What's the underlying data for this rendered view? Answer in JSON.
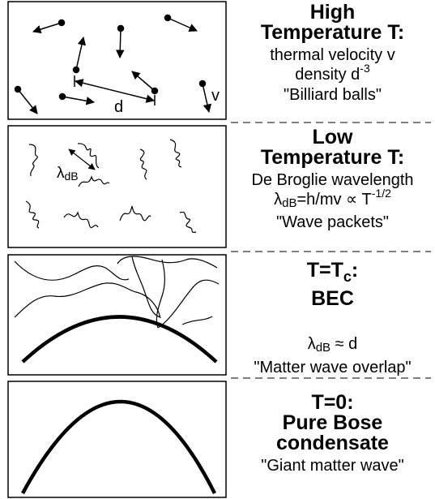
{
  "panel_1": {
    "title_line1": "High",
    "title_line2": "Temperature T:",
    "line1": "thermal velocity v",
    "line2_text": "density d",
    "line2_sup": "-3",
    "line3": "\"Billiard balls\"",
    "label_d": "d",
    "label_v": "v"
  },
  "panel_2": {
    "title_line1": "Low",
    "title_line2": "Temperature T:",
    "line1": "De Broglie wavelength",
    "lambda": "λ",
    "lambda_sub": "dB",
    "formula_rest": "=h/mv ∝ T",
    "formula_sup": "-1/2",
    "line3": "\"Wave packets\"",
    "label_lambda": "λ",
    "label_lambda_sub": "dB"
  },
  "panel_3": {
    "title_main": "T=T",
    "title_sub": "c",
    "title_end": ":",
    "title_line2": "BEC",
    "lambda": "λ",
    "lambda_sub": "dB",
    "approx": " ≈ d",
    "line3": "\"Matter wave overlap\""
  },
  "panel_4": {
    "title_line1": "T=0:",
    "title_line2": "Pure Bose",
    "title_line3": "condensate",
    "line1": "\"Giant matter wave\""
  }
}
